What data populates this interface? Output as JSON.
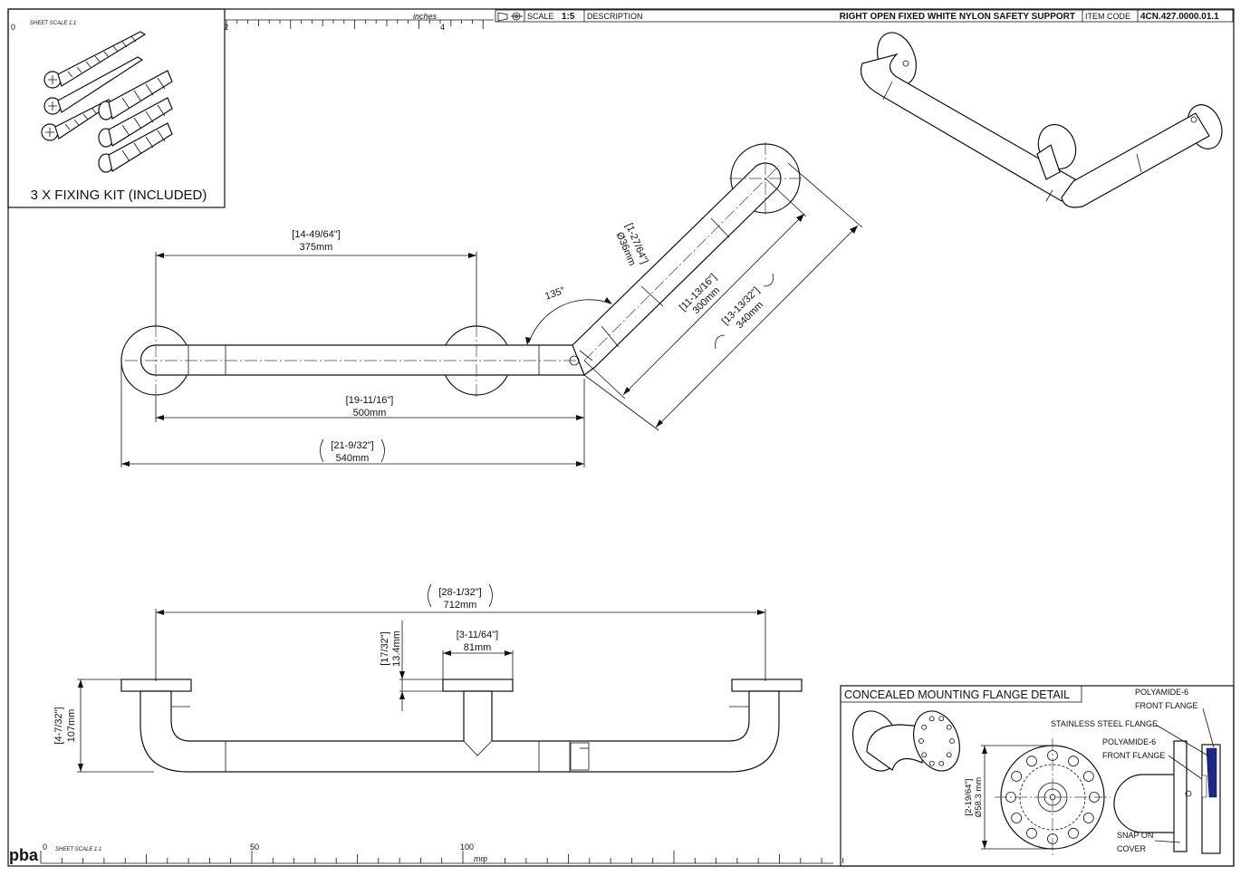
{
  "title_block": {
    "scale_label": "SCALE",
    "scale_value": "1:5",
    "description_label": "DESCRIPTION",
    "description": "RIGHT OPEN FIXED WHITE NYLON SAFETY SUPPORT",
    "item_code_label": "ITEM CODE",
    "item_code": "4CN.427.0000.01.1"
  },
  "inch_ruler": {
    "unit": "inches",
    "sheet_scale": "SHEET SCALE 1:1",
    "ticks": [
      "0",
      "2",
      "4"
    ]
  },
  "mm_ruler": {
    "unit": "mm",
    "sheet_scale": "SHEET SCALE 1:1",
    "ticks": [
      "0",
      "50",
      "100"
    ]
  },
  "logo": "pba",
  "fixing_kit": {
    "label": "3 X FIXING KIT (INCLUDED)"
  },
  "top_view": {
    "dim_375": {
      "inch": "[14-49/64\"]",
      "mm": "375mm"
    },
    "dim_500": {
      "inch": "[19-11/16\"]",
      "mm": "500mm"
    },
    "dim_540": {
      "inch": "[21-9/32\"]",
      "mm": "540mm"
    },
    "angle": "135°",
    "dia_36": {
      "inch": "[1-27/64\"]",
      "mm": "Ø36mm"
    },
    "dim_300": {
      "inch": "[11-13/16\"]",
      "mm": "300mm"
    },
    "dim_340": {
      "inch": "[13-13/32\"]",
      "mm": "340mm"
    }
  },
  "front_view": {
    "dim_712": {
      "inch": "[28-1/32\"]",
      "mm": "712mm"
    },
    "dim_81": {
      "inch": "[3-11/64\"]",
      "mm": "81mm"
    },
    "dim_13_4": {
      "inch": "[17/32\"]",
      "mm": "13.4mm"
    },
    "dim_107": {
      "inch": "[4-7/32\"]",
      "mm": "107mm"
    }
  },
  "flange_detail": {
    "title": "CONCEALED MOUNTING FLANGE DETAIL",
    "dia": {
      "inch": "[2-19/64\"]",
      "mm": "Ø58.3 mm"
    },
    "callouts": {
      "poly_front_1a": "POLYAMIDE-6",
      "poly_front_1b": "FRONT FLANGE",
      "stainless": "STAINLESS STEEL FLANGE",
      "poly_front_2a": "POLYAMIDE-6",
      "poly_front_2b": "FRONT FLANGE",
      "snap_a": "SNAP ON",
      "snap_b": "COVER"
    }
  }
}
